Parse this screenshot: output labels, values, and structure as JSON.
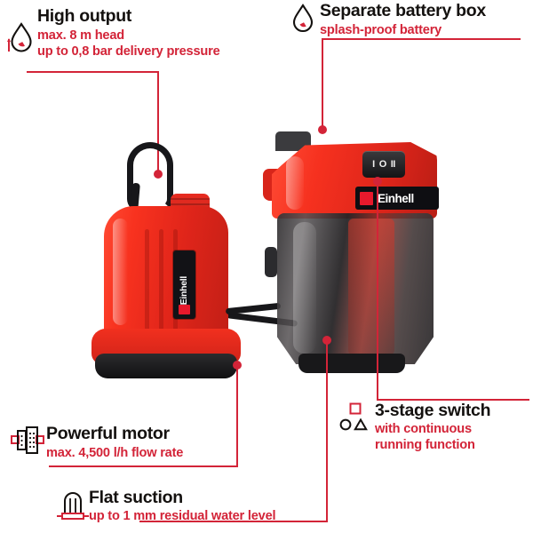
{
  "brand": "Einhell",
  "colors": {
    "accent_red": "#d32438",
    "product_red": "#e8251b",
    "heading": "#14110f"
  },
  "callouts": [
    {
      "id": "high-output",
      "icon": "water-drop-icon",
      "title": "High output",
      "sub_lines": [
        "max. 8 m head",
        "up to 0,8 bar delivery pressure"
      ]
    },
    {
      "id": "separate-battery-box",
      "icon": "water-drop-icon",
      "title": "Separate battery box",
      "sub_lines": [
        "splash-proof battery"
      ]
    },
    {
      "id": "powerful-motor",
      "icon": "motor-icon",
      "title": "Powerful motor",
      "sub_lines": [
        "max. 4,500 l/h flow rate"
      ]
    },
    {
      "id": "flat-suction",
      "icon": "flat-suction-icon",
      "title": "Flat suction",
      "sub_lines": [
        "up to 1 mm residual water level"
      ]
    },
    {
      "id": "three-stage-switch",
      "icon": "shapes-square-circle-triangle-icon",
      "title": "3-stage switch",
      "sub_lines": [
        "with continuous",
        "running function"
      ]
    }
  ],
  "products": {
    "pump": {
      "name": "submersible pump",
      "badge_text": "Einhell"
    },
    "battery_box": {
      "name": "battery box",
      "badge_text": "Einhell",
      "switch_markings": [
        "I",
        "O",
        "II"
      ]
    }
  }
}
